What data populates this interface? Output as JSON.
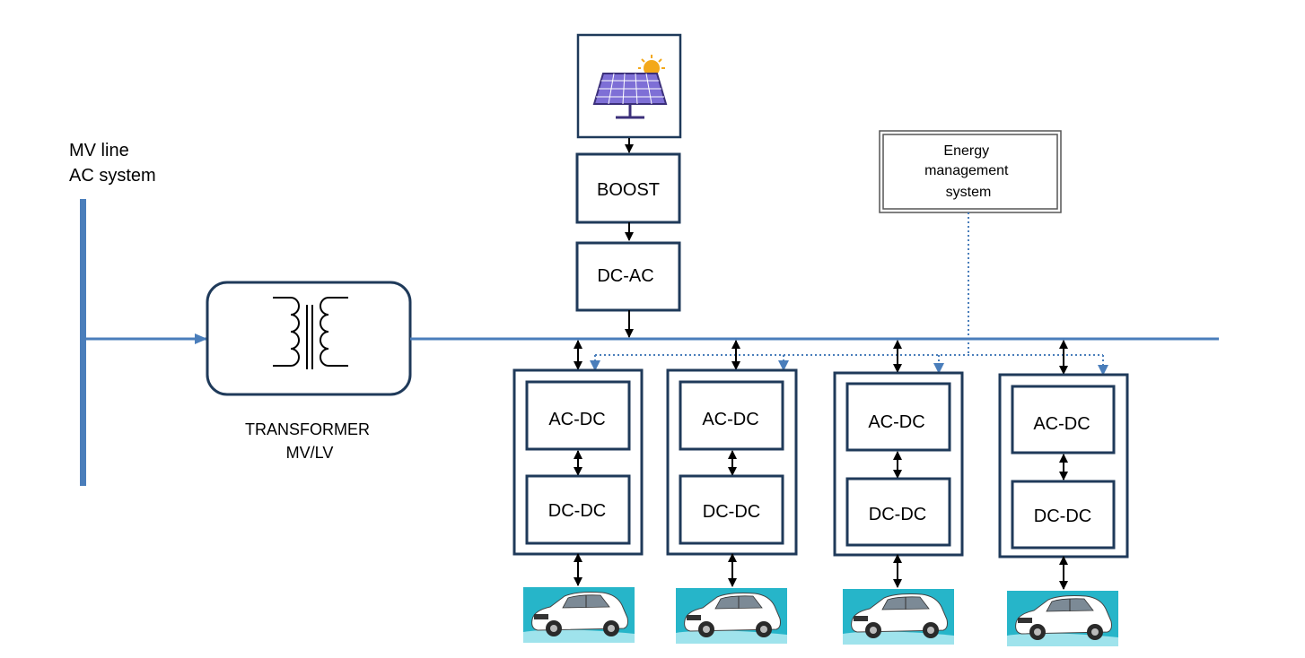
{
  "diagram": {
    "mv_line_label": [
      "MV line",
      "AC system"
    ],
    "transformer_label": [
      "TRANSFORMER",
      "MV/LV"
    ],
    "boost_label": "BOOST",
    "pv_dcac_label": "DC-AC",
    "ems_label": [
      "Energy",
      "management",
      "system"
    ],
    "chargers": [
      {
        "stage1": "AC-DC",
        "stage2": "DC-DC"
      },
      {
        "stage1": "AC-DC",
        "stage2": "DC-DC"
      },
      {
        "stage1": "AC-DC",
        "stage2": "DC-DC"
      },
      {
        "stage1": "AC-DC",
        "stage2": "DC-DC"
      }
    ],
    "icons": {
      "pv": "solar-panel-icon",
      "transformer": "transformer-symbol-icon",
      "vehicle": "electric-car-icon"
    },
    "colors": {
      "bus_line": "#4a7ebb",
      "box_border": "#1f3a5a",
      "arrow": "#000000",
      "ems_signal": "#4a7ebb",
      "car_bg": "#26b5c9",
      "panel": "#7e6fd6",
      "sun": "#f3a81a"
    }
  }
}
